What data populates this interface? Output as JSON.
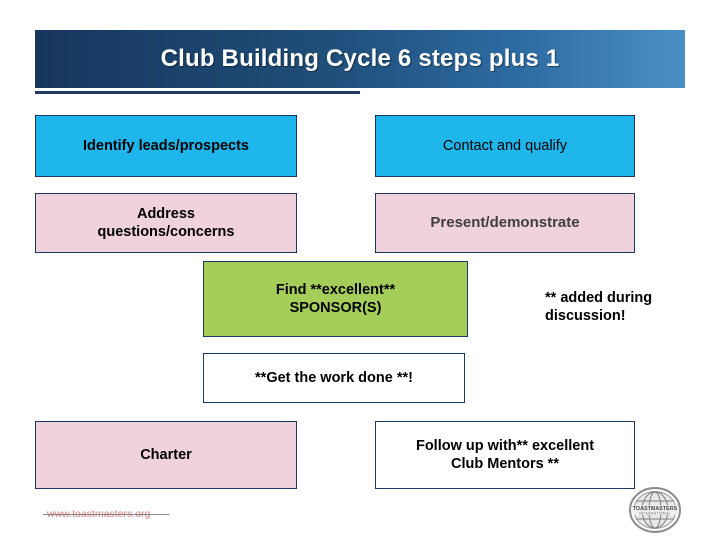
{
  "slide": {
    "title": "Club Building Cycle 6 steps plus 1",
    "boxes": [
      {
        "id": "identify",
        "label": "Identify leads/prospects",
        "color": "#1fb6ec"
      },
      {
        "id": "contact",
        "label": "Contact and qualify",
        "color": "#1fb6ec"
      },
      {
        "id": "address",
        "label_line1": "Address",
        "label_line2": "questions/concerns",
        "color": "#f0d2dc"
      },
      {
        "id": "present",
        "label": "Present/demonstrate",
        "color": "#f0d2dc"
      },
      {
        "id": "sponsor",
        "label_line1": "Find **excellent**",
        "label_line2": "SPONSOR(S)",
        "color": "#a5cd5a"
      },
      {
        "id": "getwork",
        "label": "**Get the work done **!",
        "color": "#ffffff"
      },
      {
        "id": "charter",
        "label": "Charter",
        "color": "#f0d2dc"
      },
      {
        "id": "followup",
        "label_line1": "Follow up with** excellent",
        "label_line2": "Club Mentors **",
        "color": "#ffffff"
      }
    ],
    "note": {
      "line1": "** added during",
      "line2": "discussion!"
    },
    "footer": {
      "url": "www.toastmasters.org"
    },
    "logo": {
      "name": "toastmasters-international-logo",
      "text_top": "TOASTMASTERS",
      "text_bottom": "INTERNATIONAL"
    },
    "colors": {
      "title_dark": "#17365d",
      "title_light": "#4a90c4",
      "border": "#1f3864",
      "cyan": "#1fb6ec",
      "pink": "#f0d2dc",
      "green": "#a5cd5a",
      "url_red": "#c02020"
    }
  }
}
